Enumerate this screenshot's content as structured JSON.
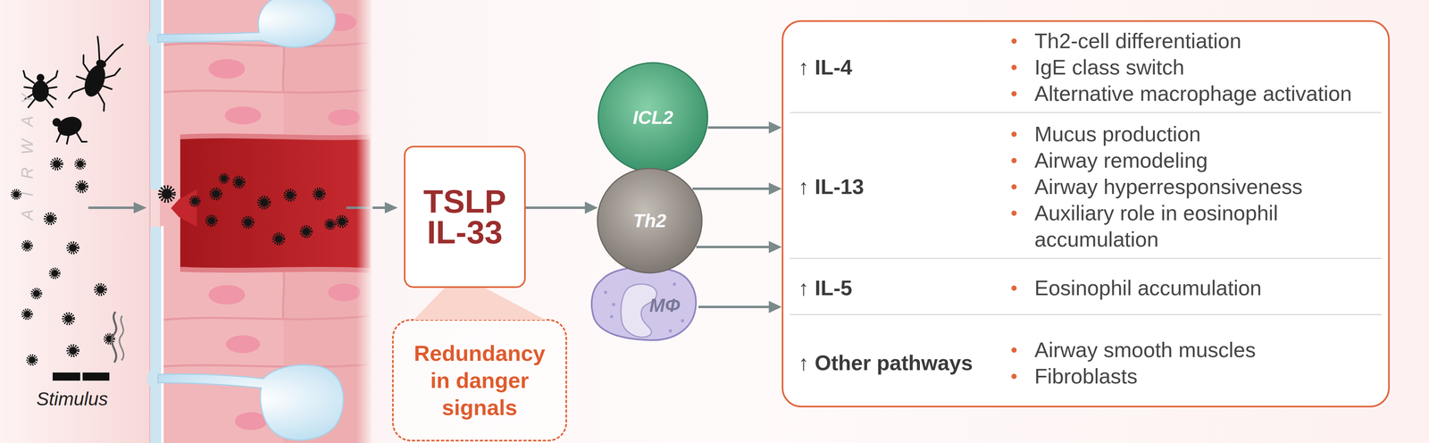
{
  "diagram": {
    "nodes": [
      {
        "text": [
          "TSLP",
          "IL-33"
        ]
      },
      {
        "text": [
          "Redundancy in danger signals"
        ]
      },
      {
        "text": [
          "ICL2"
        ]
      },
      {
        "text": [
          "Th2"
        ]
      },
      {
        "text": [
          "MΦ"
        ]
      },
      {},
      {
        "text": [
          "↑ IL-4",
          "Th2-cell differentiation",
          "IgE class switch",
          "Alternative macrophage activation"
        ],
        "in": 5
      },
      {
        "text": [
          "↑ IL-13",
          "Mucus production",
          "Airway remodeling",
          "Airway hyperresponsiveness",
          "Auxiliary role in eosinophil accumulation"
        ],
        "in": 5
      },
      {
        "text": [
          "↑ IL-5",
          "Eosinophil accumulation"
        ],
        "in": 5
      },
      {
        "text": [
          "↑ Other pathways",
          "Airway smooth muscles",
          "Fibroblasts"
        ],
        "in": 5
      }
    ],
    "edges": [
      {
        "from": 0,
        "to": 1,
        "arrow": "none"
      },
      {
        "from": 0,
        "to": 3,
        "arrow": "to"
      },
      {
        "from": 2,
        "to": 5,
        "arrow": "to"
      },
      {
        "from": 3,
        "to": 5,
        "arrow": "to"
      },
      {
        "from": 3,
        "to": 5,
        "arrow": "to"
      },
      {
        "from": 4,
        "to": 5,
        "arrow": "to"
      }
    ],
    "labels": [
      "AIRWAY",
      "Stimulus"
    ]
  }
}
